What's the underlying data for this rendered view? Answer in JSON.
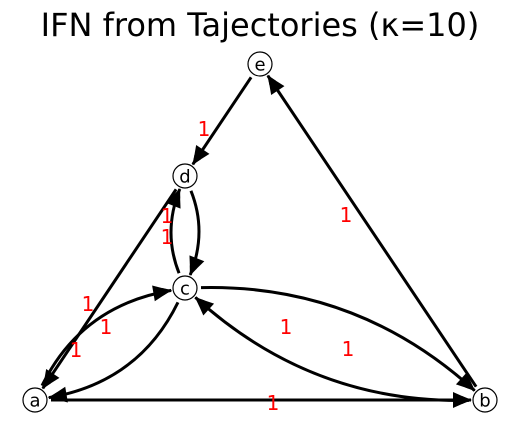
{
  "title": "IFN from Tajectories (κ=10)",
  "colors": {
    "edge": "#000000",
    "node_stroke": "#000000",
    "node_fill": "#ffffff",
    "label": "#ff0000"
  },
  "nodes": [
    {
      "id": "a",
      "label": "a"
    },
    {
      "id": "b",
      "label": "b"
    },
    {
      "id": "c",
      "label": "c"
    },
    {
      "id": "d",
      "label": "d"
    },
    {
      "id": "e",
      "label": "e"
    }
  ],
  "edges": [
    {
      "from": "e",
      "to": "d",
      "label": "1"
    },
    {
      "from": "b",
      "to": "e",
      "label": "1"
    },
    {
      "from": "d",
      "to": "c",
      "label": "1"
    },
    {
      "from": "c",
      "to": "d",
      "label": "1"
    },
    {
      "from": "d",
      "to": "a",
      "label": "1"
    },
    {
      "from": "a",
      "to": "c",
      "label": "1"
    },
    {
      "from": "c",
      "to": "a",
      "label": "1"
    },
    {
      "from": "c",
      "to": "b",
      "label": "1"
    },
    {
      "from": "b",
      "to": "c",
      "label": "1"
    },
    {
      "from": "a",
      "to": "b",
      "label": "1"
    }
  ]
}
